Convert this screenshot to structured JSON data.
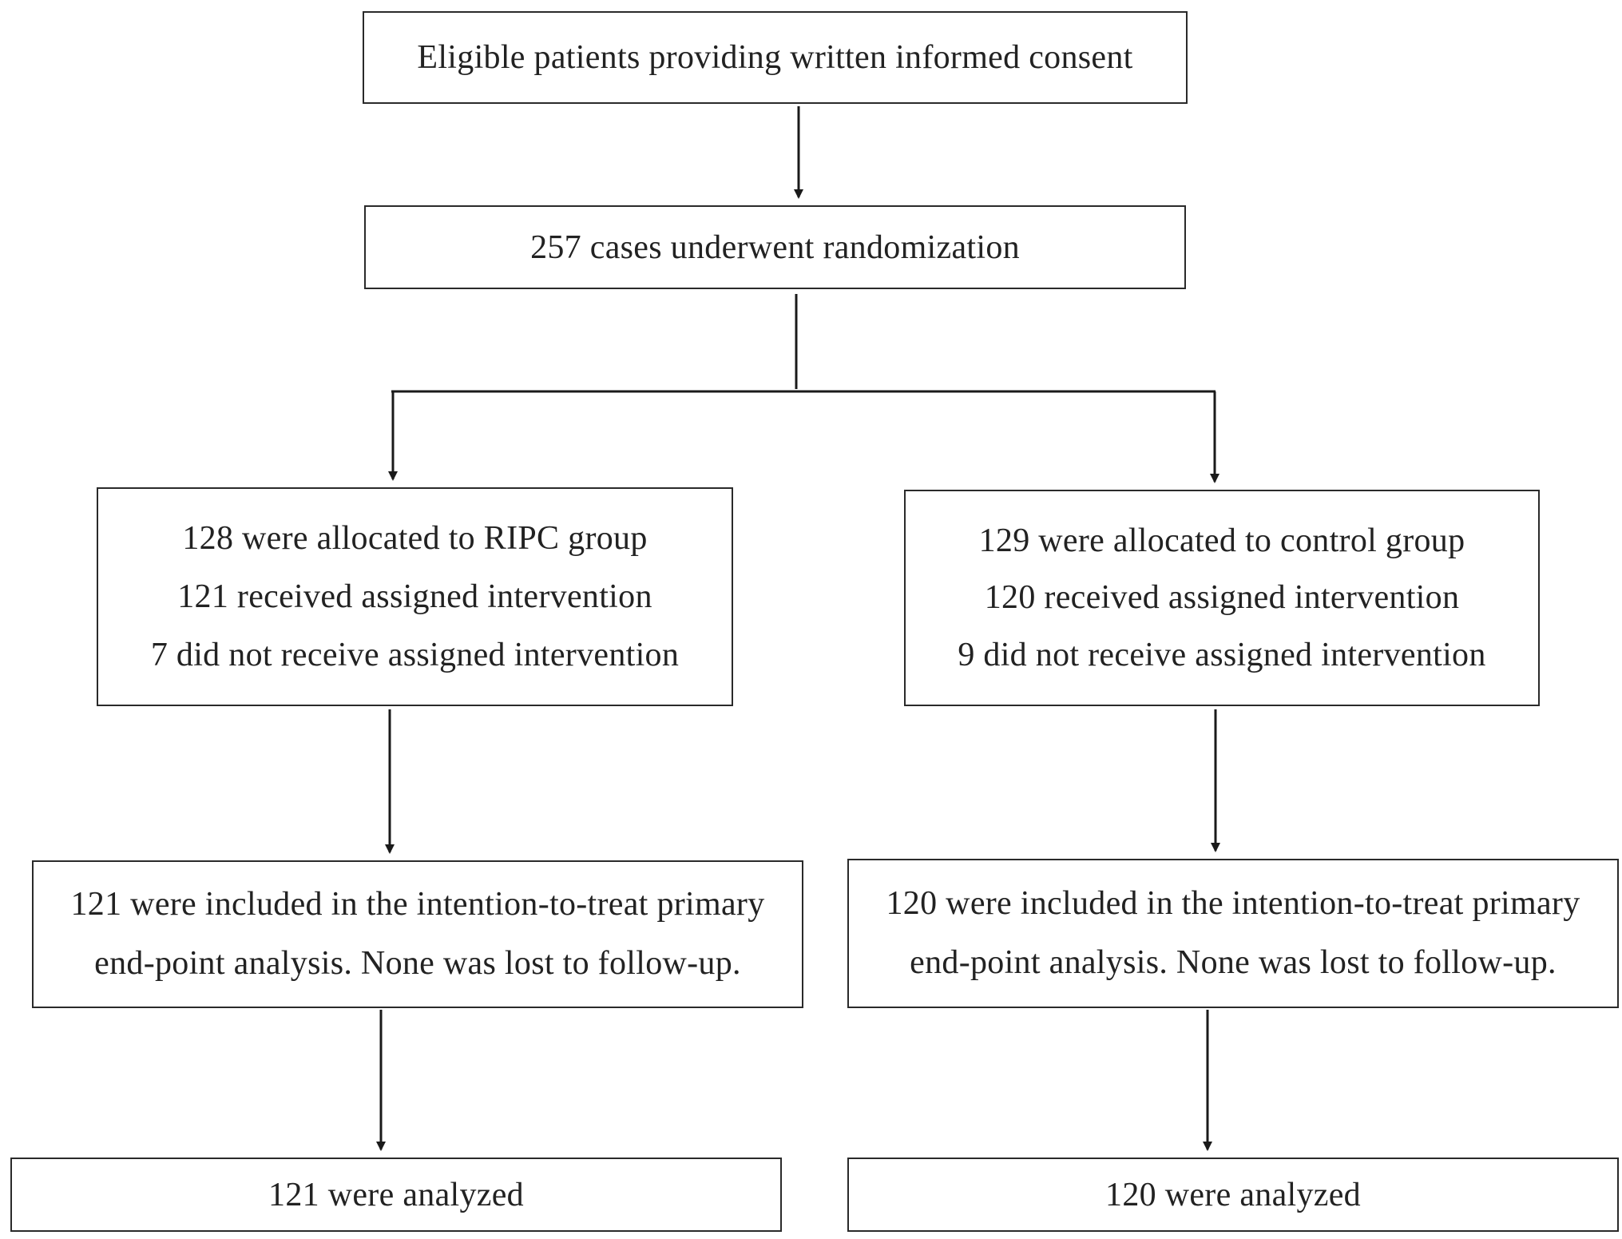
{
  "flowchart": {
    "consent_box": {
      "text": "Eligible patients providing written informed consent"
    },
    "randomization_box": {
      "text": "257 cases underwent randomization"
    },
    "ripc_allocation_box": {
      "lines": [
        "128 were allocated to RIPC group",
        "121 received assigned intervention",
        "7 did not  receive  assigned intervention"
      ]
    },
    "control_allocation_box": {
      "lines": [
        "129 were allocated  to control group",
        "120 received assigned intervention",
        "9 did not receive  assigned intervention"
      ]
    },
    "ripc_itt_box": {
      "lines": [
        "121 were included in the intention-to-treat primary",
        "end-point analysis. None was lost to follow-up."
      ]
    },
    "control_itt_box": {
      "lines": [
        "120 were included in the intention-to-treat primary",
        "end-point analysis. None was lost to follow-up."
      ]
    },
    "ripc_analyzed_box": {
      "text": "121 were analyzed"
    },
    "control_analyzed_box": {
      "text": "120 were analyzed"
    }
  }
}
